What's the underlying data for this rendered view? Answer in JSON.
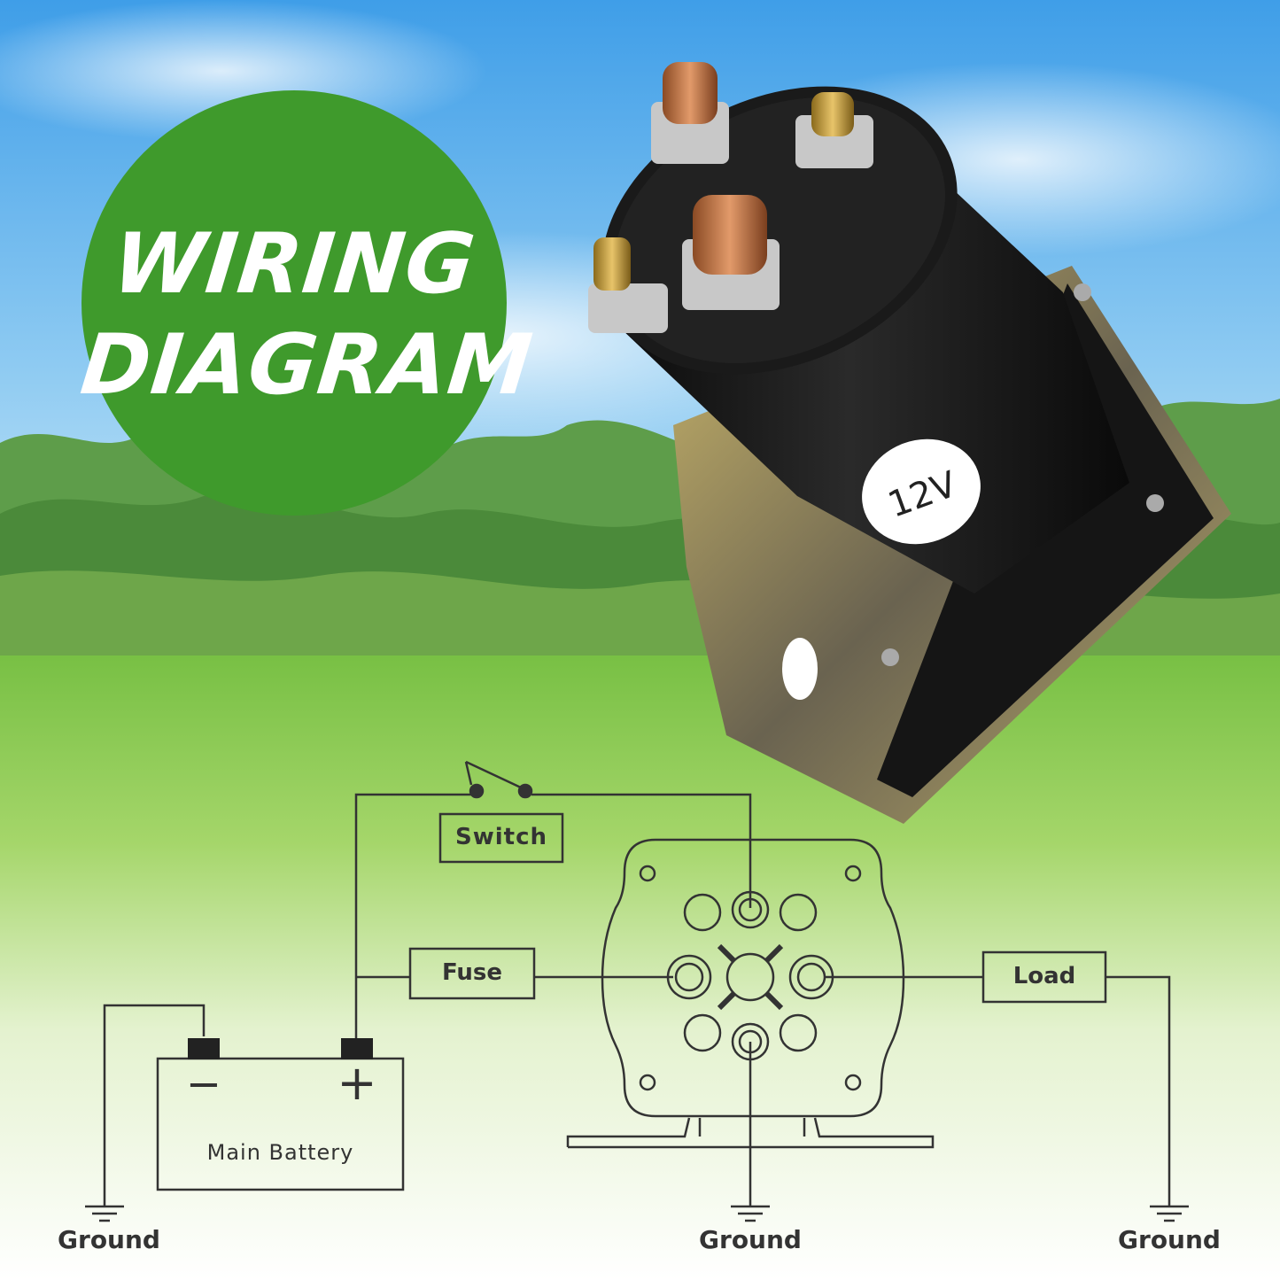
{
  "badge": {
    "line1": "WIRING",
    "line2": "DIAGRAM"
  },
  "product": {
    "rating_label": "12V"
  },
  "diagram": {
    "switch_label": "Switch",
    "fuse_label": "Fuse",
    "load_label": "Load",
    "battery_label": "Main Battery",
    "battery_minus": "−",
    "battery_plus": "+",
    "ground_labels": [
      "Ground",
      "Ground",
      "Ground"
    ]
  },
  "colors": {
    "badge_green": "#3f9a2c",
    "sky_blue": "#5fb4ec",
    "grass_green": "#7cc34a",
    "line": "#333333"
  }
}
